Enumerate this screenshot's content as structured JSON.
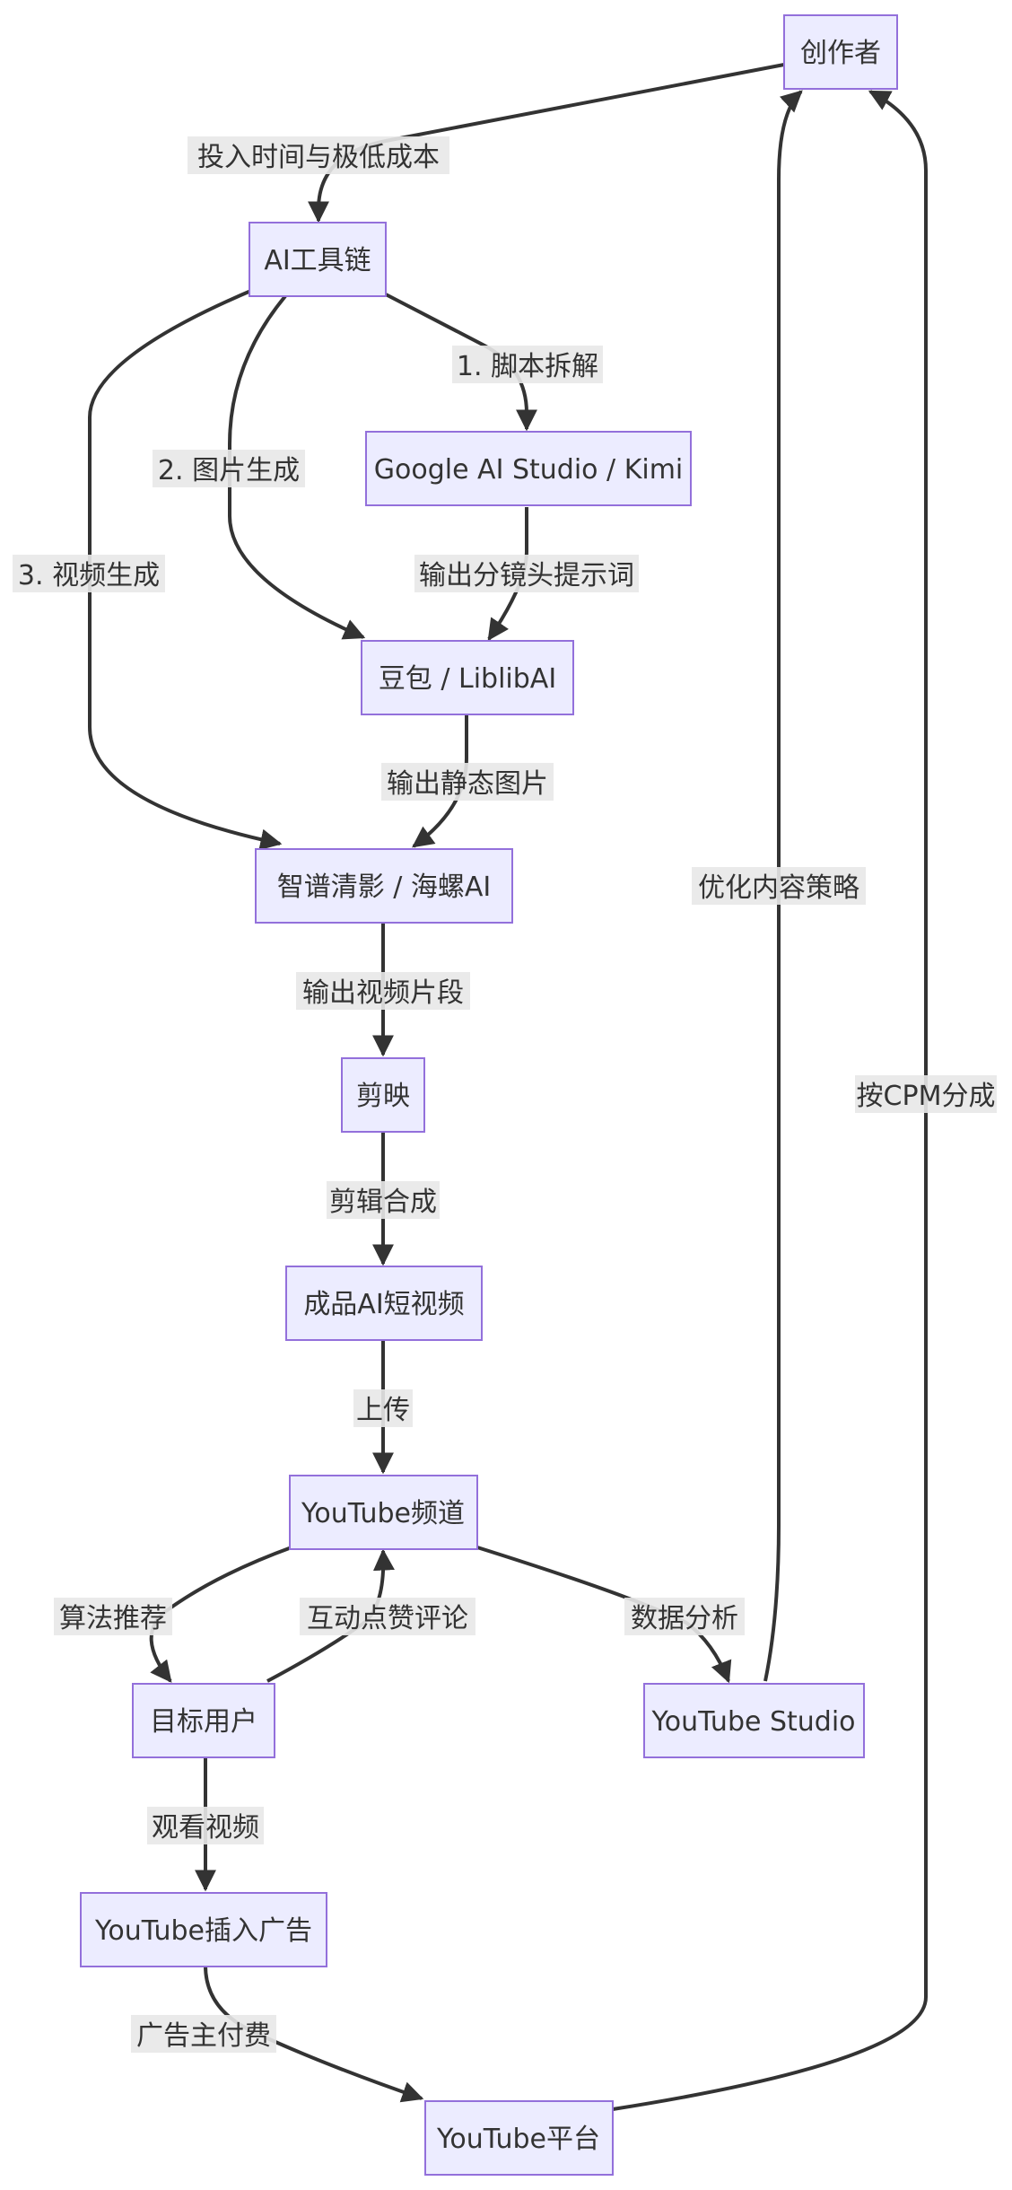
{
  "nodes": {
    "creator": "创作者",
    "ai_toolchain": "AI工具链",
    "google_kimi": "Google AI Studio / Kimi",
    "doubao_liblib": "豆包 / LiblibAI",
    "zhipu_hailuo": "智谱清影 / 海螺AI",
    "jianying": "剪映",
    "final_video": "成品AI短视频",
    "youtube_channel": "YouTube频道",
    "target_users": "目标用户",
    "youtube_studio": "YouTube Studio",
    "youtube_ads": "YouTube插入广告",
    "youtube_platform": "YouTube平台"
  },
  "edges": {
    "invest": "投入时间与极低成本",
    "script_breakdown": "1. 脚本拆解",
    "image_gen": "2. 图片生成",
    "video_gen": "3. 视频生成",
    "storyboard_prompts": "输出分镜头提示词",
    "static_images": "输出静态图片",
    "video_clips": "输出视频片段",
    "edit_compose": "剪辑合成",
    "upload": "上传",
    "algo_recommend": "算法推荐",
    "interact": "互动点赞评论",
    "data_analysis": "数据分析",
    "optimize_strategy": "优化内容策略",
    "watch_video": "观看视频",
    "advertiser_pays": "广告主付费",
    "cpm_share": "按CPM分成"
  },
  "colors": {
    "node_fill": "#ECECFF",
    "node_stroke": "#9370DB",
    "edge": "#333333",
    "label_bg": "#e8e8e8"
  }
}
